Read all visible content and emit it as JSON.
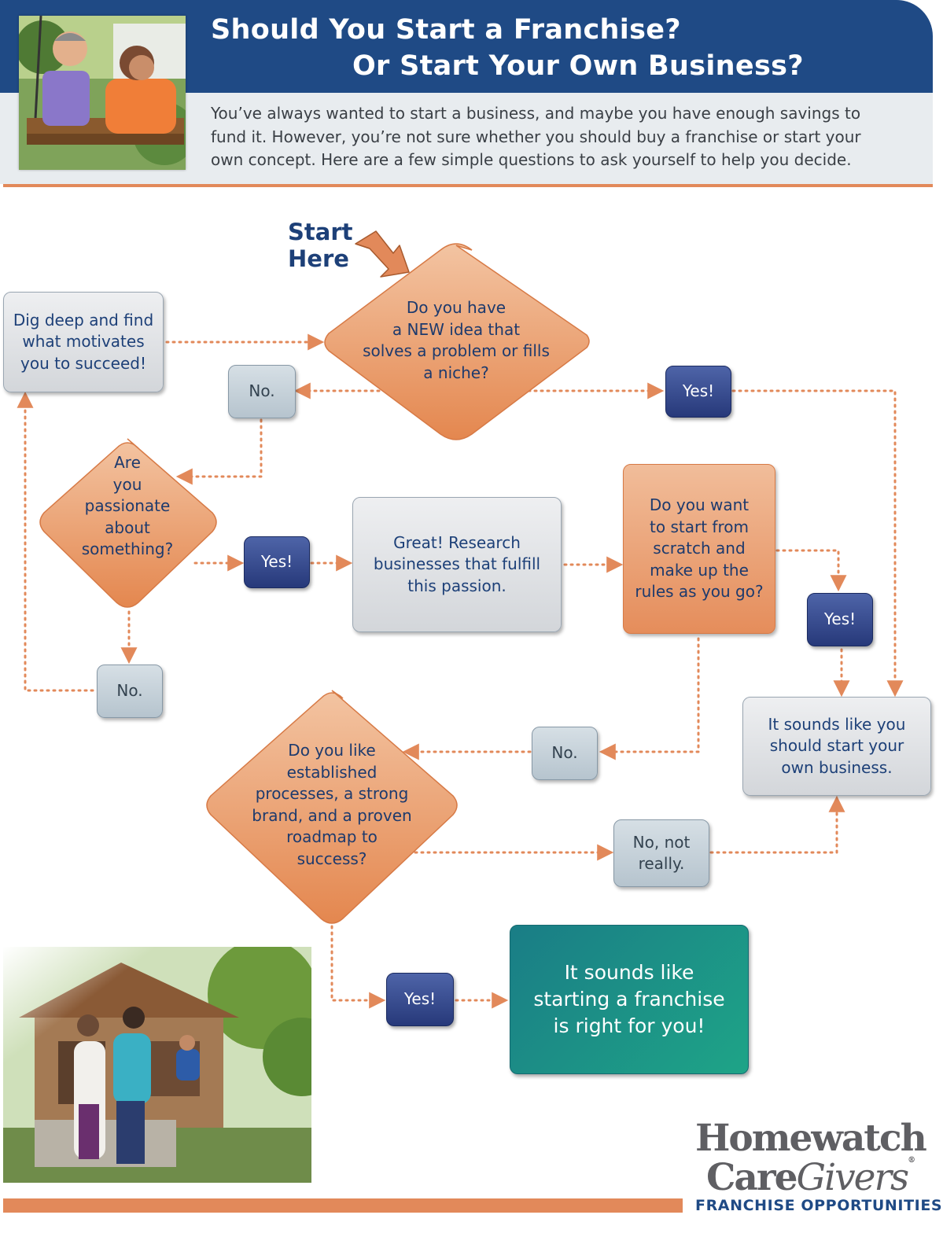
{
  "header": {
    "title_line1": "Should You Start a Franchise?",
    "title_line2": "Or Start Your Own Business?",
    "intro_line1": "You’ve always wanted to start a business, and maybe you have enough savings to",
    "intro_line2": "fund it. However, you’re not sure whether you should buy a franchise or start your",
    "intro_line3": "own concept. Here are a few simple questions to ask yourself to help you decide."
  },
  "start": {
    "line1": "Start",
    "line2": "Here"
  },
  "nodes": {
    "q_new_idea": [
      "Do you have",
      "a NEW idea that",
      "solves a problem or fills",
      "a niche?"
    ],
    "dig_deep": [
      "Dig deep and find",
      "what motivates",
      "you to succeed!"
    ],
    "q_passionate": [
      "Are",
      "you",
      "passionate",
      "about",
      "something?"
    ],
    "research": [
      "Great! Research",
      "businesses that fulfill",
      "this passion."
    ],
    "q_scratch": [
      "Do you want",
      "to start from",
      "scratch and",
      "make up the",
      "rules as you go?"
    ],
    "own_business": [
      "It sounds like you",
      "should start your",
      "own business."
    ],
    "q_established": [
      "Do you like",
      "established",
      "processes, a strong",
      "brand, and a proven",
      "roadmap to",
      "success?"
    ],
    "franchise_result": [
      "It sounds like",
      "starting a franchise",
      "is right for you!"
    ]
  },
  "labels": {
    "no": "No.",
    "yes": "Yes!",
    "no_not_really_1": "No, not",
    "no_not_really_2": "really."
  },
  "logo": {
    "line1": "Homewatch",
    "line2a": "Care",
    "line2b": "Givers",
    "reg": "®",
    "tagline": "FRANCHISE OPPORTUNITIES"
  },
  "colors": {
    "navy": "#1f4a85",
    "orange": "#e2895a",
    "teal": "#1a8f86",
    "grey": "#d3d6da"
  }
}
